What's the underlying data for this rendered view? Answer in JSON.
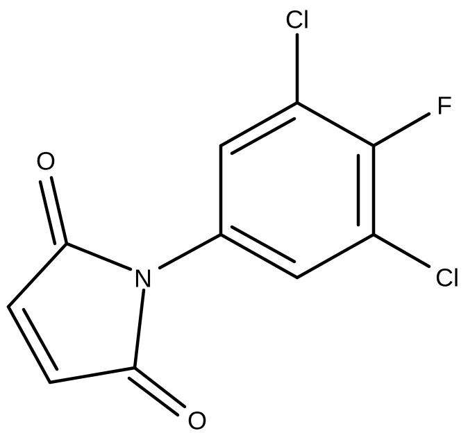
{
  "diagram": {
    "type": "chemical-structure",
    "atoms": {
      "cl_top": "Cl",
      "f": "F",
      "cl_bottom": "Cl",
      "n": "N",
      "o_top": "O",
      "o_bottom": "O"
    },
    "colors": {
      "bond": "#000000",
      "label": "#000000",
      "background": "#ffffff"
    }
  }
}
